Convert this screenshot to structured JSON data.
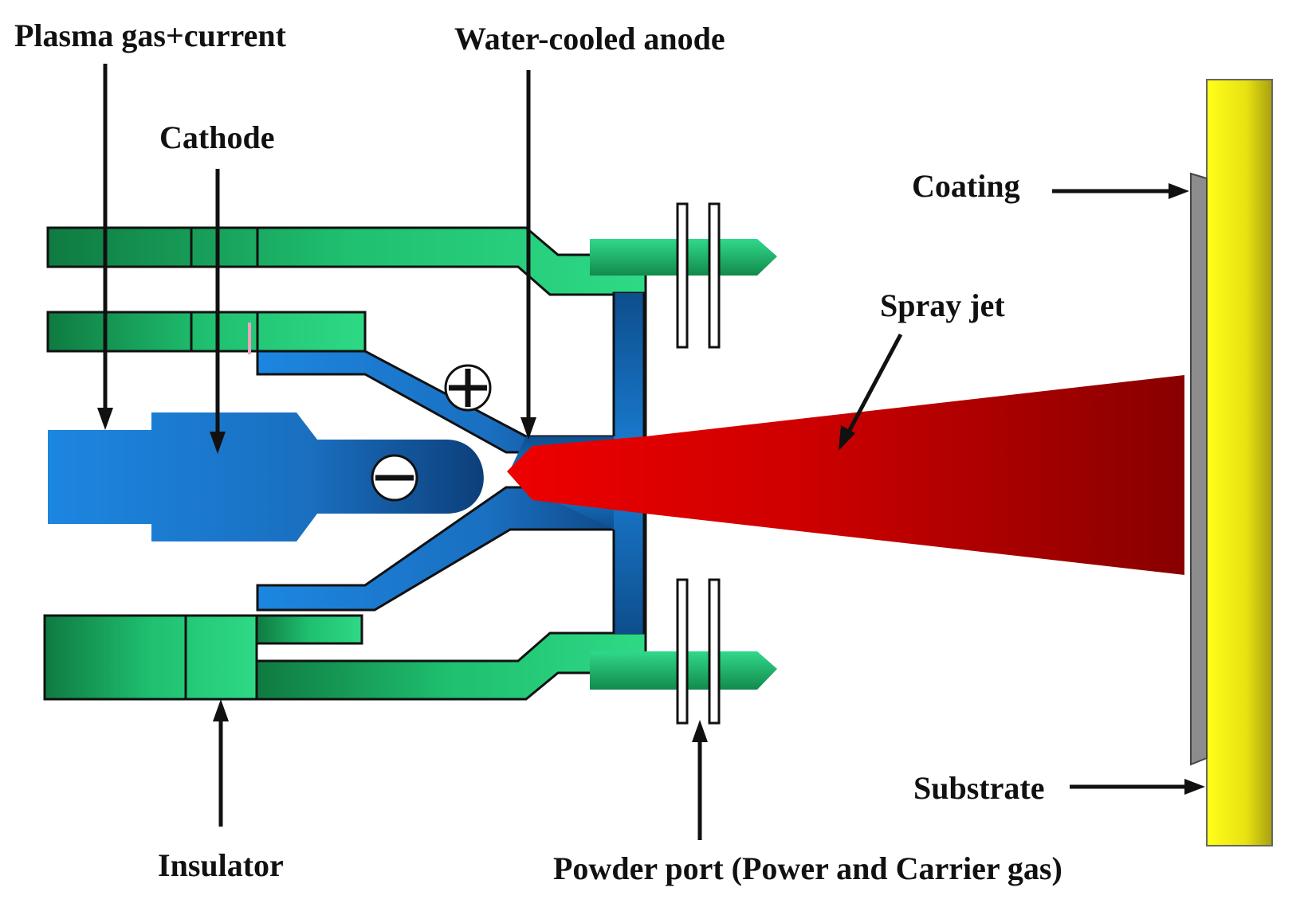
{
  "labels": {
    "plasma_gas": "Plasma gas+current",
    "water_cooled_anode": "Water-cooled anode",
    "cathode": "Cathode",
    "coating": "Coating",
    "spray_jet": "Spray jet",
    "substrate": "Substrate",
    "insulator": "Insulator",
    "powder_port": "Powder port (Power and Carrier gas)"
  },
  "symbols": {
    "anode": "plus-sign",
    "cathode": "minus-sign"
  },
  "colors": {
    "green_light": "#2ad37e",
    "green_dark": "#12824a",
    "blue_light": "#1a7fd6",
    "blue_dark": "#0d4f8e",
    "jet_red": "#e00000",
    "jet_dark": "#8a0000",
    "substrate_yellow": "#f2ef12",
    "coating_gray": "#8c8c8c"
  }
}
